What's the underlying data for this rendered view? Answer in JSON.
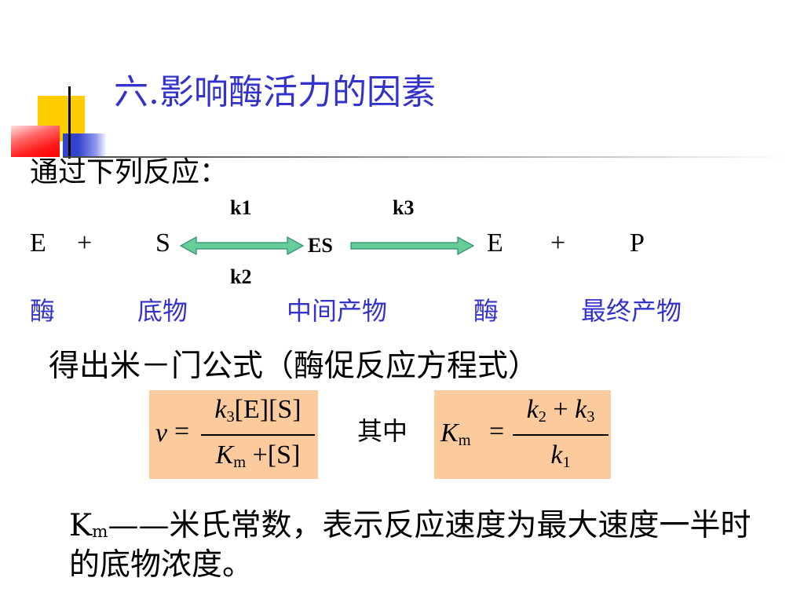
{
  "title": "六.影响酶活力的因素",
  "intro": "通过下列反应：",
  "reaction": {
    "k1": "k1",
    "k3": "k3",
    "k2": "k2",
    "e_left": "E",
    "plus_left": "+",
    "s": "S",
    "es": "ES",
    "e_right": "E",
    "plus_right": "+",
    "p": "P"
  },
  "labels": {
    "enzyme_left": "酶",
    "substrate": "底物",
    "intermediate": "中间产物",
    "enzyme_right": "酶",
    "product": "最终产物"
  },
  "derive": "得出米－门公式（酶促反应方程式）",
  "formula1": {
    "lhs": "v",
    "eq": "=",
    "num_k": "k",
    "num_k_sub": "3",
    "num_rest": "[E][S]",
    "den_k": "K",
    "den_k_sub": "m",
    "den_rest": " +[S]"
  },
  "where": "其中",
  "formula2": {
    "lhs": "K",
    "lhs_sub": "m",
    "eq": "=",
    "num_a": "k",
    "num_a_sub": "2",
    "plus": " + ",
    "num_b": "k",
    "num_b_sub": "3",
    "den": "k",
    "den_sub": "1"
  },
  "definition": {
    "k": "K",
    "k_sub": "m",
    "line1": "——米氏常数，表示反应速度为最大速度一半时",
    "line2": "的底物浓度。"
  },
  "colors": {
    "title": "#3333CC",
    "labels": "#3333CC",
    "formula_box": "#FBCB9E",
    "arrow_fill": "#66CC99",
    "arrow_stroke": "#2E8B6E"
  }
}
